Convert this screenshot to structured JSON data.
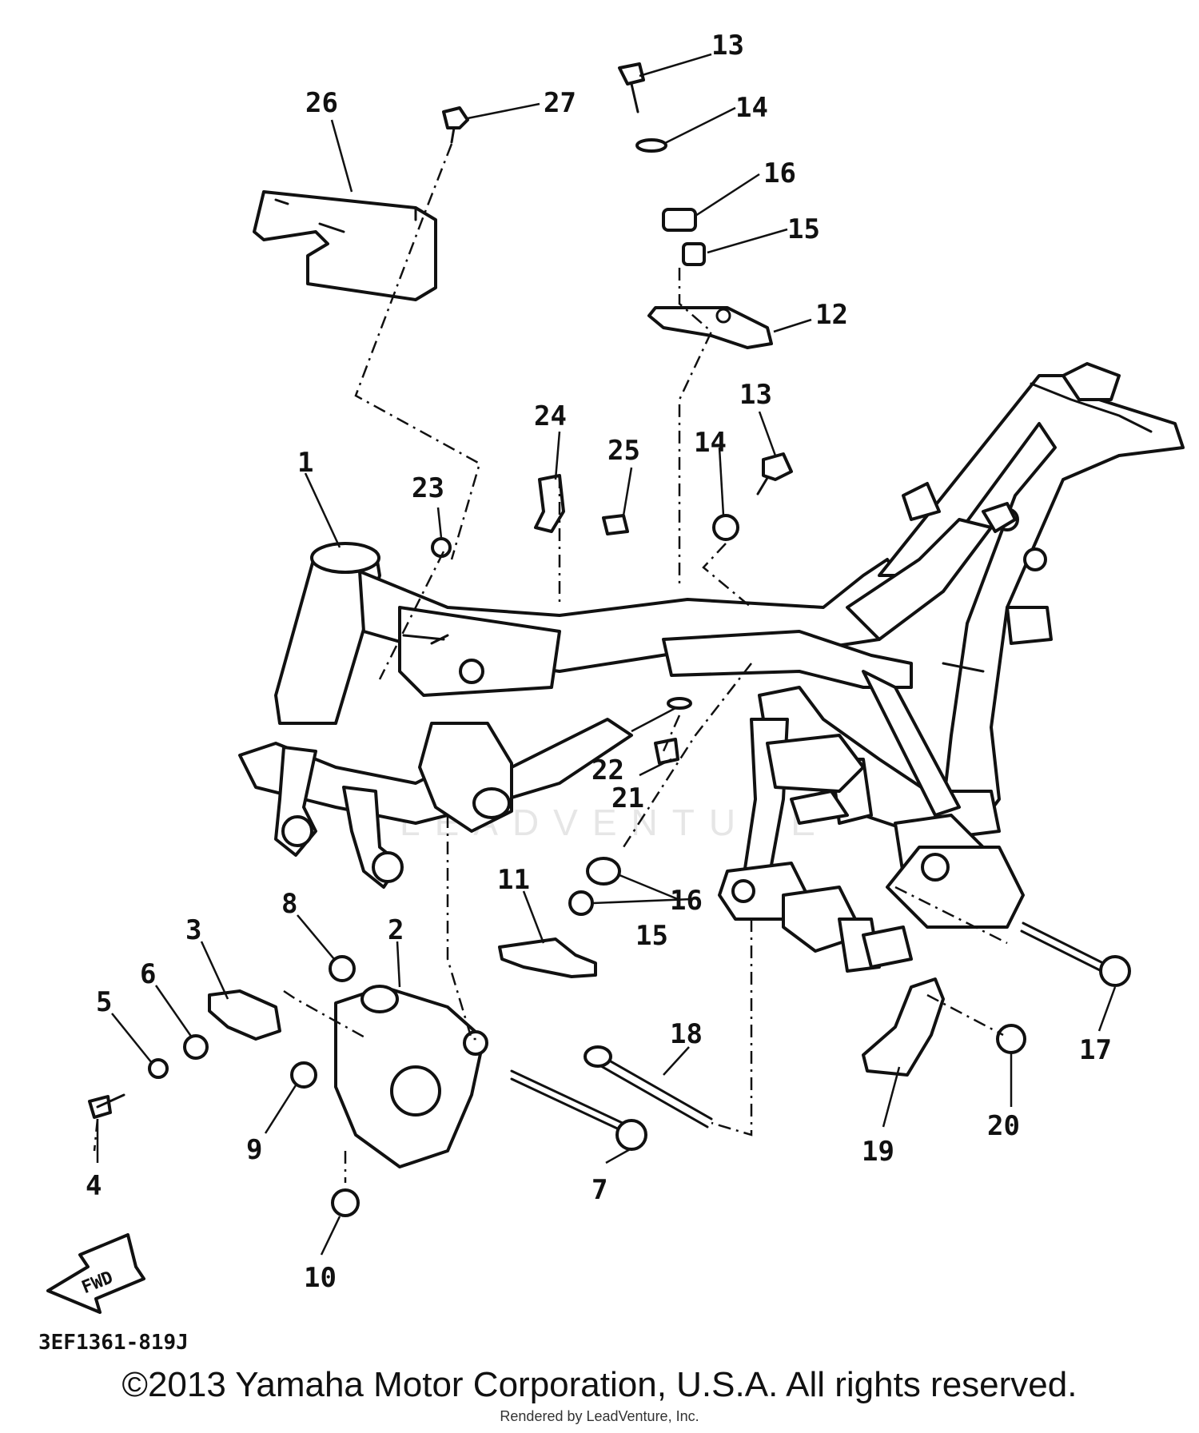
{
  "diagram": {
    "callouts": [
      "1",
      "2",
      "3",
      "4",
      "5",
      "6",
      "7",
      "8",
      "9",
      "10",
      "11",
      "12",
      "13",
      "14",
      "15",
      "16",
      "17",
      "18",
      "19",
      "20",
      "21",
      "22",
      "23",
      "24",
      "25",
      "26",
      "27"
    ],
    "drawing_code": "3EF1361-819J",
    "fwd_label": "FWD",
    "watermark": "LEADVENTURE"
  },
  "footer": {
    "copyright": "©2013 Yamaha Motor Corporation, U.S.A. All rights reserved.",
    "rendered_by": "Rendered by LeadVenture, Inc."
  }
}
